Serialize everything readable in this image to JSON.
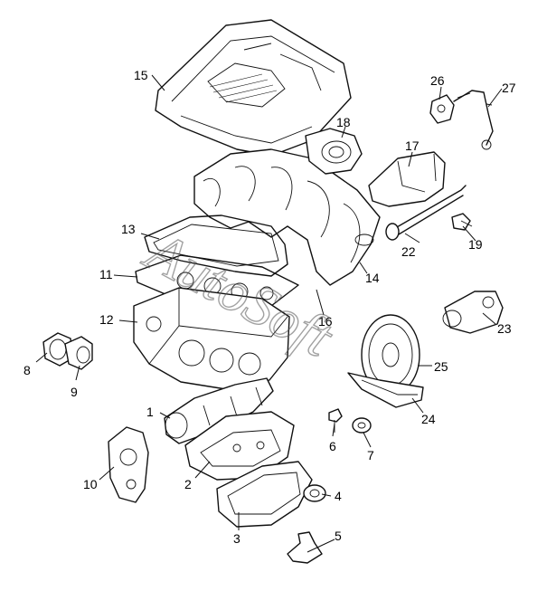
{
  "watermark": "AutoSoft",
  "callouts": [
    {
      "id": "1",
      "label": "1"
    },
    {
      "id": "2",
      "label": "2"
    },
    {
      "id": "3",
      "label": "3"
    },
    {
      "id": "4",
      "label": "4"
    },
    {
      "id": "5",
      "label": "5"
    },
    {
      "id": "6",
      "label": "6"
    },
    {
      "id": "7",
      "label": "7"
    },
    {
      "id": "8",
      "label": "8"
    },
    {
      "id": "9",
      "label": "9"
    },
    {
      "id": "10",
      "label": "10"
    },
    {
      "id": "11",
      "label": "11"
    },
    {
      "id": "12",
      "label": "12"
    },
    {
      "id": "13",
      "label": "13"
    },
    {
      "id": "14",
      "label": "14"
    },
    {
      "id": "15",
      "label": "15"
    },
    {
      "id": "16",
      "label": "16"
    },
    {
      "id": "17",
      "label": "17"
    },
    {
      "id": "18",
      "label": "18"
    },
    {
      "id": "19",
      "label": "19"
    },
    {
      "id": "22",
      "label": "22"
    },
    {
      "id": "23",
      "label": "23"
    },
    {
      "id": "24",
      "label": "24"
    },
    {
      "id": "25",
      "label": "25"
    },
    {
      "id": "26",
      "label": "26"
    },
    {
      "id": "27",
      "label": "27"
    }
  ]
}
